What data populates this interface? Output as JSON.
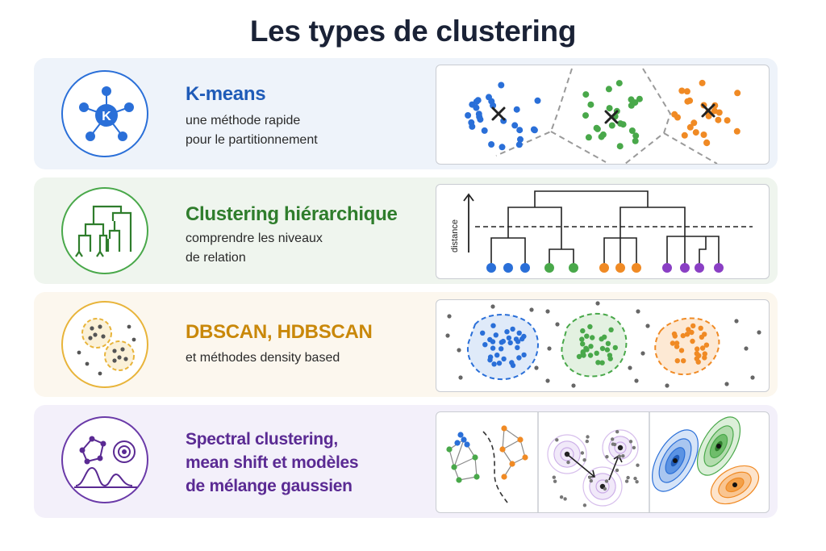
{
  "header": {
    "title": "Les types de clustering"
  },
  "rows": [
    {
      "title": "K-means",
      "subtitle_lines": [
        "une méthode rapide",
        "pour le partitionnement"
      ],
      "color": "#1f5bb8",
      "icon": "k-means-centroid-icon",
      "icon_letter": "K"
    },
    {
      "title": "Clustering hiérarchique",
      "subtitle_lines": [
        "comprendre les niveaux",
        "de relation"
      ],
      "color": "#2f7d2c",
      "icon": "dendrogram-icon",
      "panel": {
        "axis_label": "distance"
      }
    },
    {
      "title": "DBSCAN, HDBSCAN",
      "subtitle_lines": [
        "et méthodes density based"
      ],
      "color": "#c9880a",
      "icon": "density-clusters-icon"
    },
    {
      "title_lines": [
        "Spectral clustering,",
        "mean shift et modèles",
        "de mélange gaussien"
      ],
      "color": "#5a2a93",
      "icon": "graph-and-gaussian-icon"
    }
  ],
  "colors": {
    "blue": "#2a6fd8",
    "green": "#49a84a",
    "orange": "#f08a24",
    "purple": "#8a3fc4",
    "gray": "#666666"
  }
}
